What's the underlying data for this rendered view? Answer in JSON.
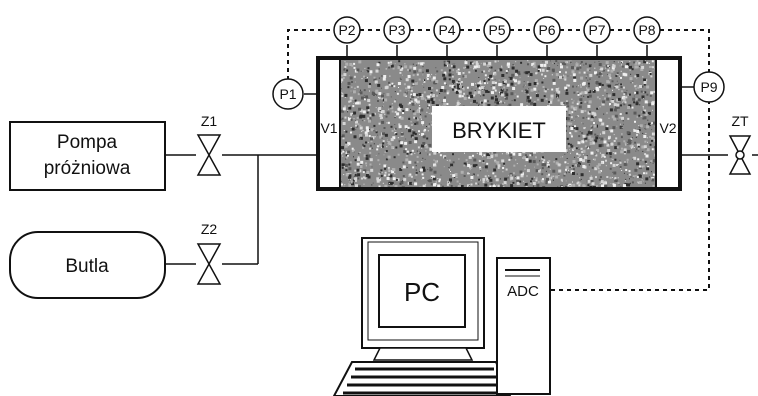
{
  "pump": {
    "line1": "Pompa",
    "line2": "próżniowa"
  },
  "bottle": {
    "label": "Butla"
  },
  "valves": {
    "z1": "Z1",
    "z2": "Z2",
    "zt": "ZT"
  },
  "chamber": {
    "title": "BRYKIET",
    "inlet": "V1",
    "outlet": "V2"
  },
  "sensors": [
    "P1",
    "P2",
    "P3",
    "P4",
    "P5",
    "P6",
    "P7",
    "P8",
    "P9"
  ],
  "computer": {
    "screen": "PC",
    "adc": "ADC"
  },
  "colors": {
    "line": "#111111",
    "fill": "#ffffff",
    "granite_dark": "#2e2e2e",
    "granite_mid": "#8a8a8a",
    "granite_light": "#d6d6d6"
  }
}
